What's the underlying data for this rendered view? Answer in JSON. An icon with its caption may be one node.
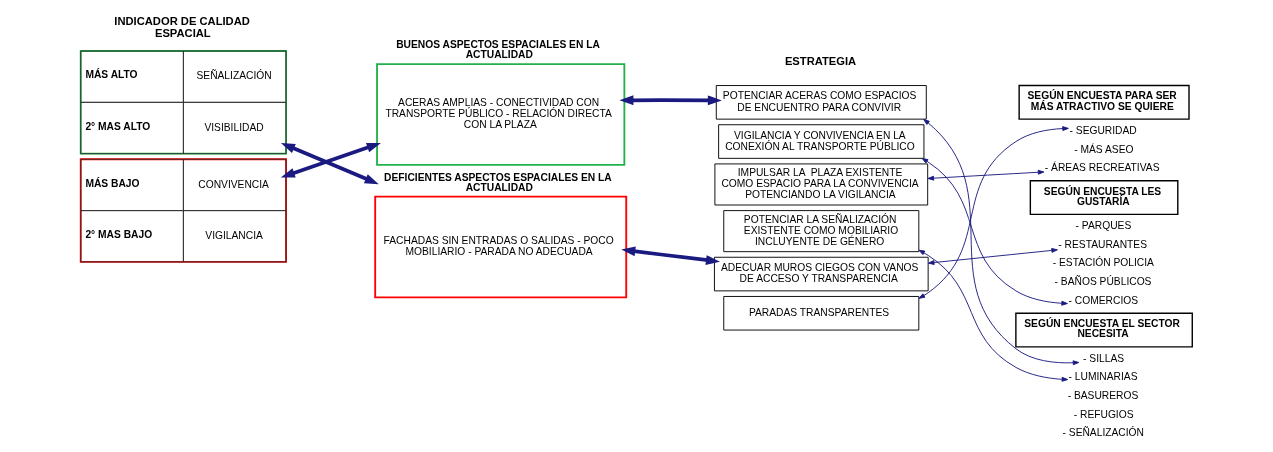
{
  "diagram": {
    "nodes": [
      {
        "text": [
          "MÁS ALTO",
          "SEÑALIZACIÓN",
          "2° MAS ALTO",
          "VISIBILIDAD"
        ]
      },
      {
        "text": [
          "MÁS BAJO",
          "CONVIVENCIA",
          "2° MAS BAJO",
          "VIGILANCIA"
        ]
      },
      {
        "text": [
          "BUENOS ASPECTOS ESPACIALES EN LA ACTUALIDAD",
          "ACERAS AMPLIAS - CONECTIVIDAD CON TRANSPORTE PÚBLICO - RELACIÓN DIRECTA CON LA PLAZA"
        ]
      },
      {
        "text": [
          "DEFICIENTES ASPECTOS ESPACIALES EN LA ACTUALIDAD",
          "FACHADAS SIN ENTRADAS O SALIDAS - POCO MOBILIARIO - PARADA NO ADECUADA"
        ]
      },
      {
        "text": [
          "POTENCIAR ACERAS COMO ESPACIOS DE ENCUENTRO PARA CONVIVIR"
        ]
      },
      {
        "text": [
          "VIGILANCIA Y CONVIVENCIA EN LA CONEXIÓN AL TRANSPORTE PÚBLICO"
        ]
      },
      {
        "text": [
          "IMPULSAR LA  PLAZA EXISTENTE COMO ESPACIO PARA LA CONVIVENCIA POTENCIANDO LA VIGILANCIA"
        ]
      },
      {
        "text": [
          "POTENCIAR LA SEÑALIZACIÓN EXISTENTE COMO MOBILIARIO INCLUYENTE DE GÉNERO"
        ]
      },
      {
        "text": [
          "ADECUAR MUROS CIEGOS CON VANOS DE ACCESO Y TRANSPARENCIA"
        ]
      },
      {
        "text": [
          "PARADAS TRANSPARENTES"
        ]
      },
      {
        "text": [
          "SEGÚN ENCUESTA PARA SER MÁS ATRACTIVO SE QUIERE"
        ]
      },
      {
        "text": [
          "- SEGURIDAD"
        ]
      },
      {
        "text": [
          "- MÁS ASEO"
        ]
      },
      {
        "text": [
          "- ÁREAS RECREATIVAS"
        ]
      },
      {
        "text": [
          "SEGÚN ENCUESTA LES GUSTARÍA"
        ]
      },
      {
        "text": [
          "- PARQUES"
        ]
      },
      {
        "text": [
          "- RESTAURANTES"
        ]
      },
      {
        "text": [
          "- ESTACIÓN POLICIA"
        ]
      },
      {
        "text": [
          "- BAÑOS PÚBLICOS"
        ]
      },
      {
        "text": [
          "- COMERCIOS"
        ]
      },
      {
        "text": [
          "SEGÚN ENCUESTA EL SECTOR NECESITA"
        ]
      },
      {
        "text": [
          "- SILLAS"
        ]
      },
      {
        "text": [
          "- LUMINARIAS"
        ]
      },
      {
        "text": [
          "- BASUREROS"
        ]
      },
      {
        "text": [
          "- REFUGIOS"
        ]
      },
      {
        "text": [
          "- SEÑALIZACIÓN"
        ]
      }
    ],
    "edges": [
      {
        "from": 0,
        "to": 3,
        "arrow": "both",
        "style": "thick"
      },
      {
        "from": 1,
        "to": 2,
        "arrow": "both",
        "style": "thick"
      },
      {
        "from": 2,
        "to": 4,
        "arrow": "both",
        "style": "thick"
      },
      {
        "from": 3,
        "to": 8,
        "arrow": "both",
        "style": "thick"
      },
      {
        "from": 4,
        "to": 21,
        "arrow": "both"
      },
      {
        "from": 5,
        "to": 19,
        "arrow": "both"
      },
      {
        "from": 13,
        "to": 6,
        "arrow": "both"
      },
      {
        "from": 11,
        "to": 9,
        "arrow": "both"
      },
      {
        "from": 16,
        "to": 8,
        "arrow": "both"
      },
      {
        "from": 7,
        "to": 22,
        "arrow": "both"
      }
    ],
    "labels": [
      "INDICADOR DE CALIDAD ESPACIAL",
      "ESTRATEGIA"
    ]
  }
}
